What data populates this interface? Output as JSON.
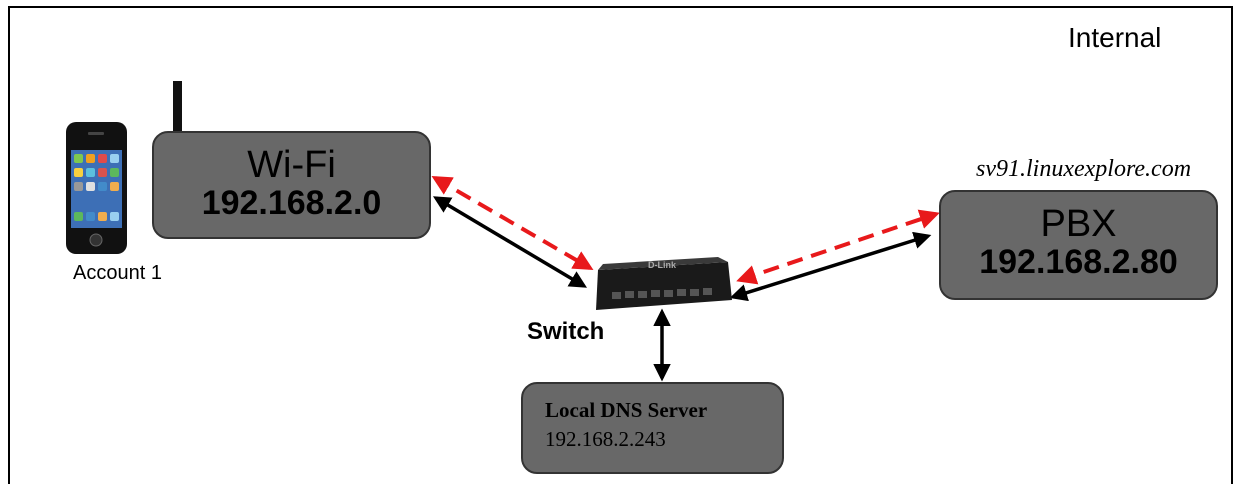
{
  "zone_label": "Internal",
  "wifi": {
    "name": "Wi-Fi",
    "ip": "192.168.2.0"
  },
  "pbx": {
    "hostname": "sv91.linuxexplore.com",
    "name": "PBX",
    "ip": "192.168.2.80"
  },
  "dns": {
    "name": "Local DNS Server",
    "ip": "192.168.2.243"
  },
  "phone": {
    "label": "Account 1"
  },
  "switch": {
    "label": "Switch",
    "brand": "D-Link"
  },
  "colors": {
    "box_fill": "#686868",
    "solid_link": "#000000",
    "dashed_link": "#e8191b"
  }
}
